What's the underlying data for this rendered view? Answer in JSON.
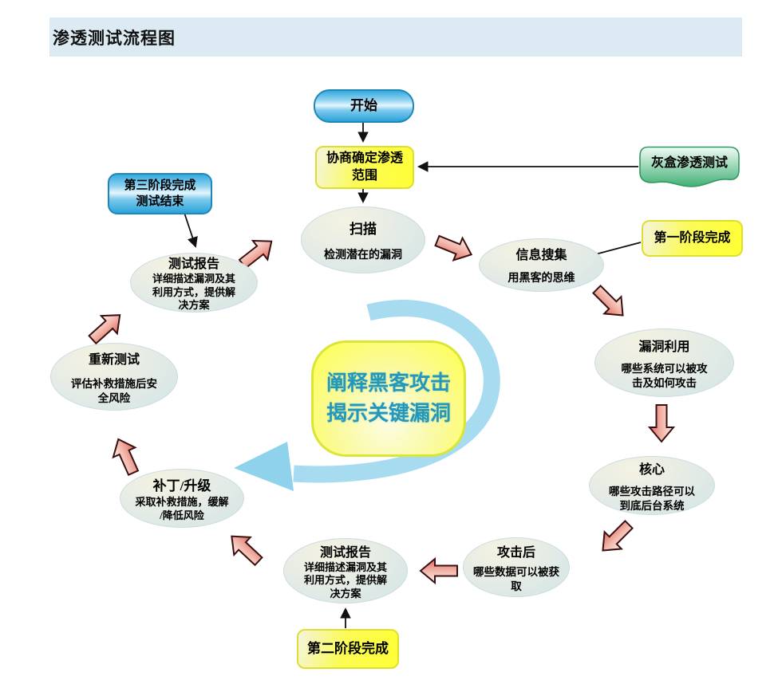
{
  "title": "渗透测试流程图",
  "colors": {
    "title_band": "#dceaf3",
    "blue_node": "#35aade",
    "yellow_node": "#ffff35",
    "green_node": "#46b278",
    "ellipse_fill": "#d2e4e8",
    "pink_arrow": "#dd6a5e",
    "swirl_arrow": "#9bd6ee",
    "center_text": "#2498bb"
  },
  "flow": {
    "start": "开始",
    "negotiate": "协商确定渗透\n范围",
    "gray_box": "灰盒渗透测试",
    "stage1": "第一阶段完成",
    "stage2": "第二阶段完成",
    "stage3": "第三阶段完成\n测试结束",
    "center": "阐释黑客攻击\n揭示关键漏洞",
    "ellipses": [
      {
        "title": "扫描",
        "desc": "检测潜在的漏洞"
      },
      {
        "title": "信息搜集",
        "desc": "用黑客的思维"
      },
      {
        "title": "漏洞利用",
        "desc": "哪些系统可以被攻\n击及如何攻击"
      },
      {
        "title": "核心",
        "desc": "哪些攻击路径可以\n到底后台系统"
      },
      {
        "title": "攻击后",
        "desc": "哪些数据可以被获\n取"
      },
      {
        "title": "测试报告",
        "desc": "详细描述漏洞及其\n利用方式，提供解\n决方案"
      },
      {
        "title": "补丁/升级",
        "desc": "采取补救措施，缓解\n/降低风险"
      },
      {
        "title": "重新测试",
        "desc": "评估补救措施后安\n全风险"
      },
      {
        "title": "测试报告",
        "desc": "详细描述漏洞及其\n利用方式，提供解\n决方案"
      }
    ]
  }
}
